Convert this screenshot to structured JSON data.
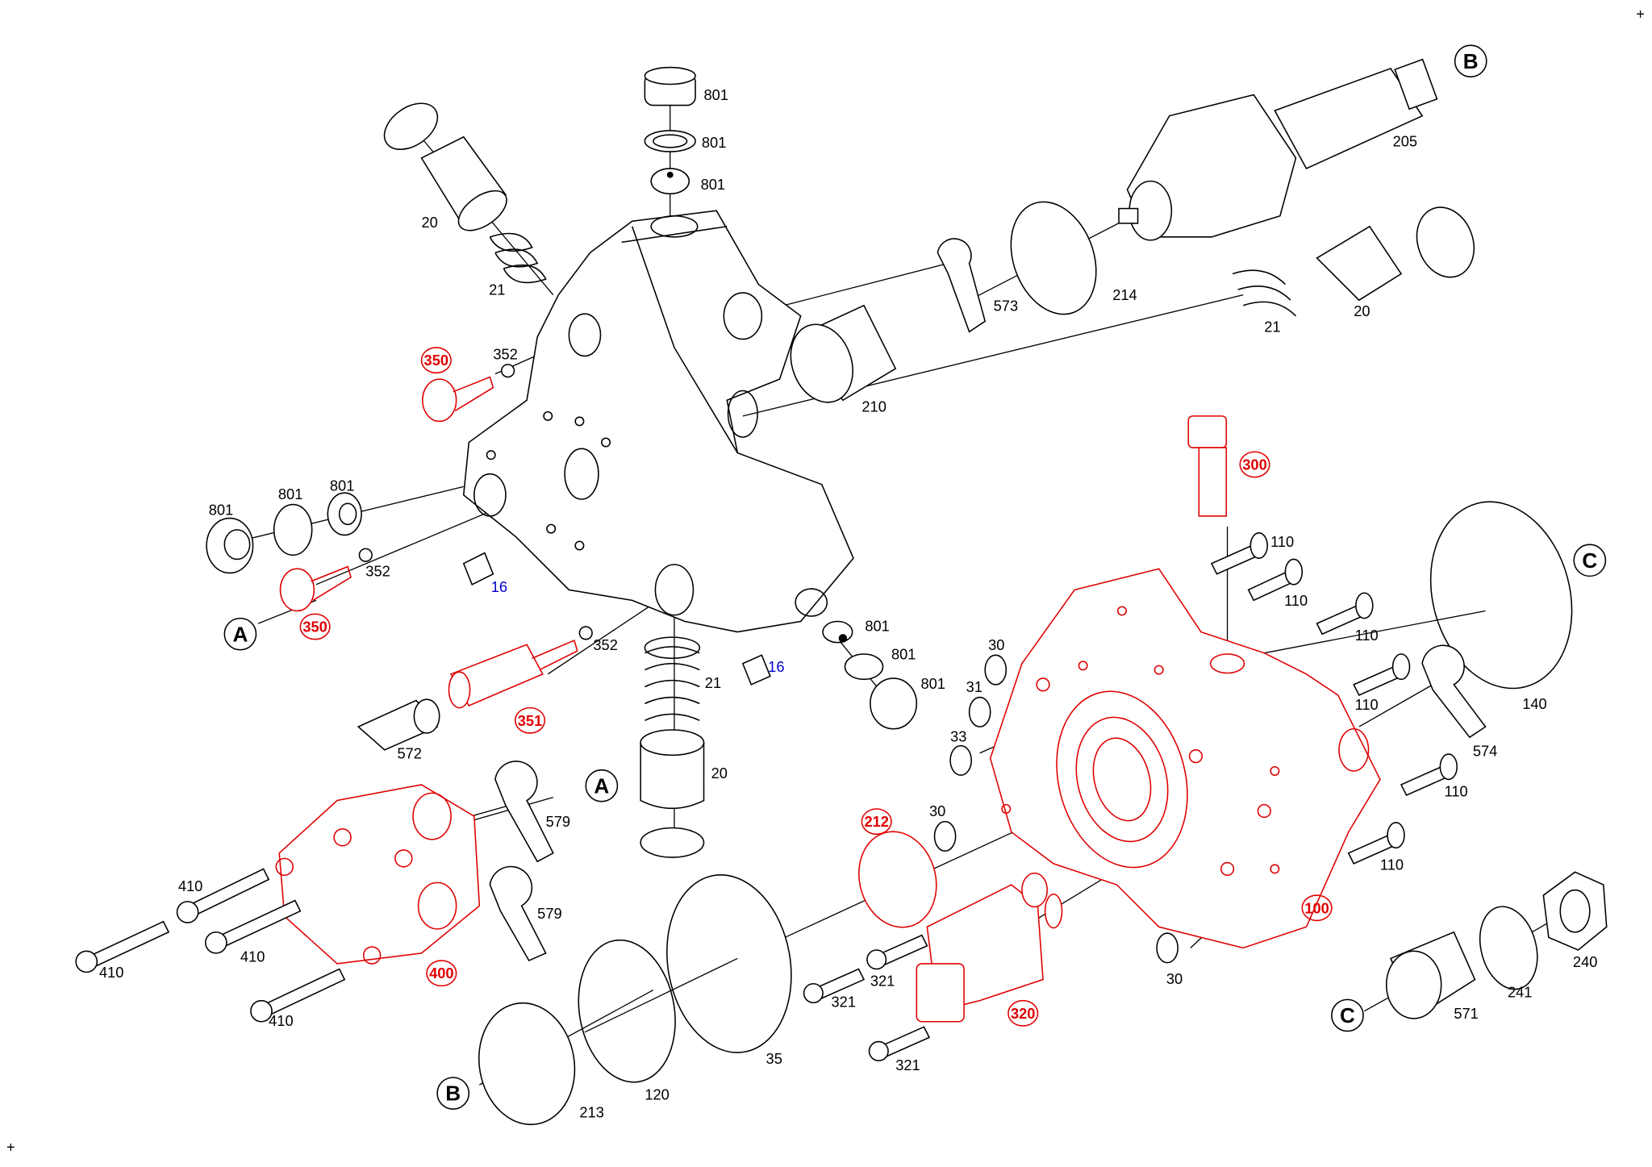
{
  "title": "Exploded view - high pressure pump parts",
  "colors": {
    "part": "#000000",
    "highlight": "#e00000",
    "reference": "#0000cc"
  },
  "labels": [
    "801",
    "801",
    "801",
    "20",
    "21",
    "352",
    "801",
    "801",
    "801",
    "352",
    "352",
    "21",
    "572",
    "20",
    "579",
    "579",
    "410",
    "410",
    "410",
    "410",
    "213",
    "120",
    "35",
    "321",
    "321",
    "321",
    "30",
    "31",
    "33",
    "30",
    "30",
    "110",
    "110",
    "110",
    "110",
    "110",
    "110",
    "574",
    "140",
    "240",
    "241",
    "571",
    "205",
    "214",
    "573",
    "210",
    "21",
    "20",
    "801",
    "801",
    "801"
  ],
  "blue_labels": [
    "16",
    "16"
  ],
  "red_labels": [
    "350",
    "350",
    "351",
    "300",
    "212",
    "100",
    "400",
    "320"
  ],
  "connectors": [
    "B",
    "A",
    "A",
    "C",
    "B",
    "C"
  ]
}
